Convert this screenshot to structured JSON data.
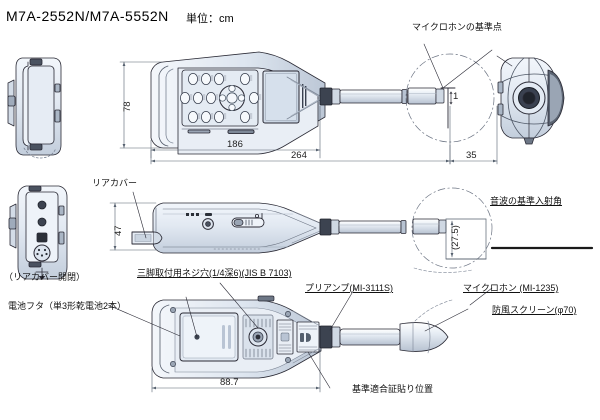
{
  "header": {
    "model_title": "M7A-2552N/M7A-5552N",
    "unit_note": "単位：cm"
  },
  "callouts": {
    "mic_reference_point": "マイクロホンの基準点",
    "rear_cover": "リアカバー",
    "rear_cover_open_close": "（リアカバー開閉）",
    "battery_lid": "電池フタ（単3形乾電池2本）",
    "tripod_screw_hole": "三脚取付用ネジ穴(1/4深6)(JIS B 7103)",
    "preamp": "プリアンプ(MI-3111S)",
    "microphone": "マイクロホン (MI-1235)",
    "windscreen": "防風スクリーン(φ70)",
    "sound_incidence_angle": "音波の基準入射角",
    "cert_label_position": "基準適合証貼り位置"
  },
  "dimensions": {
    "height_78": "78",
    "width_186": "186",
    "width_264": "264",
    "tip_35": "35",
    "detail_1": "1",
    "side_47": "47",
    "offset_27_5": "(27.5)",
    "rear_88_7": "88.7"
  },
  "colors": {
    "line": "#2a2a35",
    "body_fill": "#dfe6ef",
    "body_fill_light": "#eef2f8",
    "body_fill_dark": "#b9c4d4",
    "screen_fill": "#ced9e6",
    "dim_line": "#55606e",
    "text": "#111111",
    "mic_dark": "#2b2b33"
  },
  "views": {
    "front_keypad_rows": 3,
    "front_keypad_cols": 4,
    "bottom_connectors": 3
  }
}
